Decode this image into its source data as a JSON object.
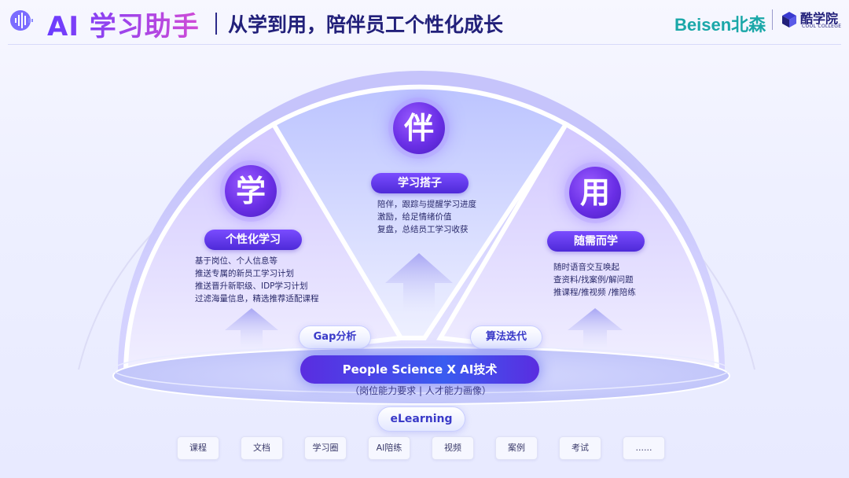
{
  "header": {
    "title": "AI 学习助手",
    "subtitle": "从学到用，陪伴员工个性化成长",
    "brand_beisen": "Beisen北森",
    "brand_kxy": "酷学院",
    "brand_kxy_en": "COOL COLLEGE"
  },
  "sections": [
    {
      "char": "学",
      "label": "个性化学习",
      "lines": [
        "基于岗位、个人信息等",
        "推送专属的新员工学习计划",
        "推送晋升新职级、IDP学习计划",
        "过滤海量信息，精选推荐适配课程"
      ]
    },
    {
      "char": "伴",
      "label": "学习搭子",
      "lines": [
        "陪伴，跟踪与提醒学习进度",
        "激励，给足情绪价值",
        "复盘，总结员工学习收获"
      ]
    },
    {
      "char": "用",
      "label": "随需而学",
      "lines": [
        "随时语音交互唤起",
        "查资料/找案例/解问题",
        "推课程/推视频 /推陪练"
      ]
    }
  ],
  "tags": {
    "left": "Gap分析",
    "right": "算法迭代"
  },
  "center": {
    "title": "People Science X AI技术",
    "subtitle": "（岗位能力要求    |    人才能力画像）"
  },
  "elearning": "eLearning",
  "chips": [
    "课程",
    "文档",
    "学习圈",
    "AI陪练",
    "视频",
    "案例",
    "考试",
    "......"
  ],
  "colors": {
    "primary": "#5a2de0",
    "accent": "#1aa7a8",
    "title_text": "#22207a"
  }
}
